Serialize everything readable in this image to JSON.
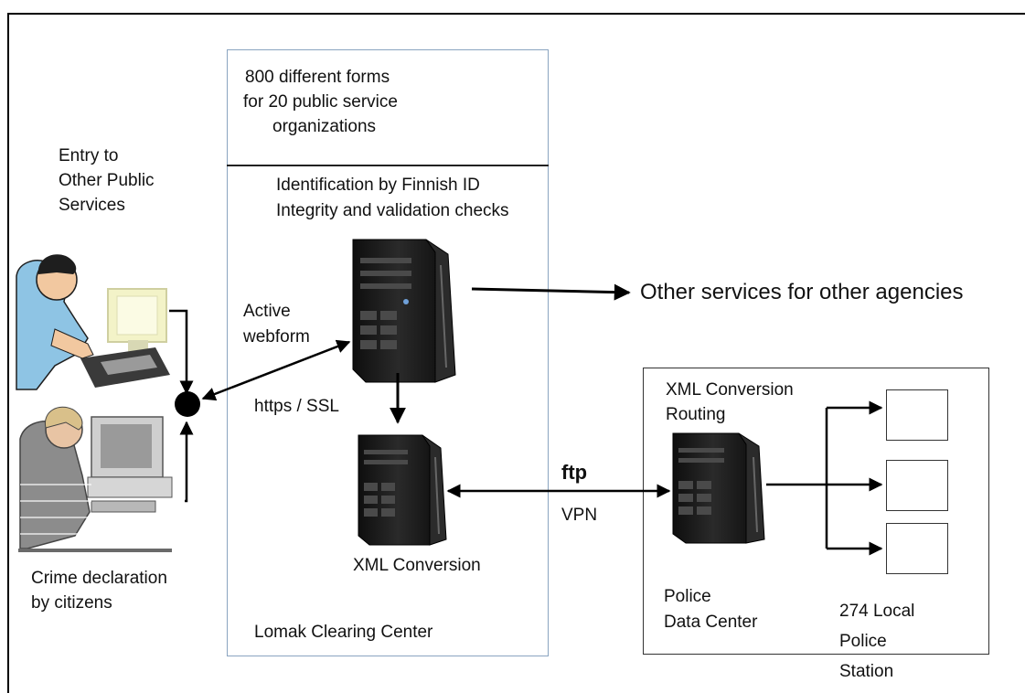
{
  "diagram": {
    "lomak": {
      "forms_text": [
        "800 different forms",
        "for 20 public service",
        "organizations"
      ],
      "checks_text": [
        "Identification by Finnish ID",
        "Integrity and validation checks"
      ],
      "name": "Lomak Clearing Center",
      "xml_conversion": "XML Conversion",
      "active_webform": [
        "Active",
        "webform"
      ],
      "https": "https / SSL"
    },
    "entry": [
      "Entry to",
      "Other Public",
      "Services"
    ],
    "crime": [
      "Crime declaration",
      "by citizens"
    ],
    "other_services": "Other services for other agencies",
    "link": {
      "ftp": "ftp",
      "vpn": "VPN"
    },
    "police": {
      "header": [
        "XML Conversion",
        "Routing"
      ],
      "data_center": [
        "Police",
        "Data Center"
      ],
      "stations": [
        "274 Local",
        "Police",
        "Station"
      ]
    },
    "colors": {
      "frame_outer": "#000000",
      "frame_lomak": "#8aa4c0",
      "server": "#1c1c1c",
      "arrow": "#000000"
    }
  }
}
